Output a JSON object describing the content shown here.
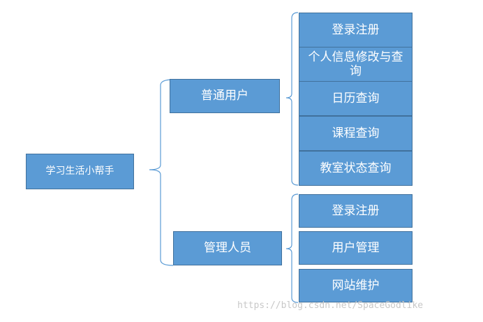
{
  "root": {
    "label": "学习生活小帮手"
  },
  "groups": [
    {
      "label": "普通用户",
      "items": [
        "登录注册",
        "个人信息修改与查询",
        "日历查询",
        "课程查询",
        "教室状态查询"
      ]
    },
    {
      "label": "管理人员",
      "items": [
        "登录注册",
        "用户管理",
        "网站维护"
      ]
    }
  ],
  "colors": {
    "box_fill": "#5b9bd5",
    "box_border": "#41719c",
    "bracket": "#5b9bd5",
    "text": "#ffffff"
  },
  "watermark": "https://blog.csdn.net/SpaceGodlike"
}
